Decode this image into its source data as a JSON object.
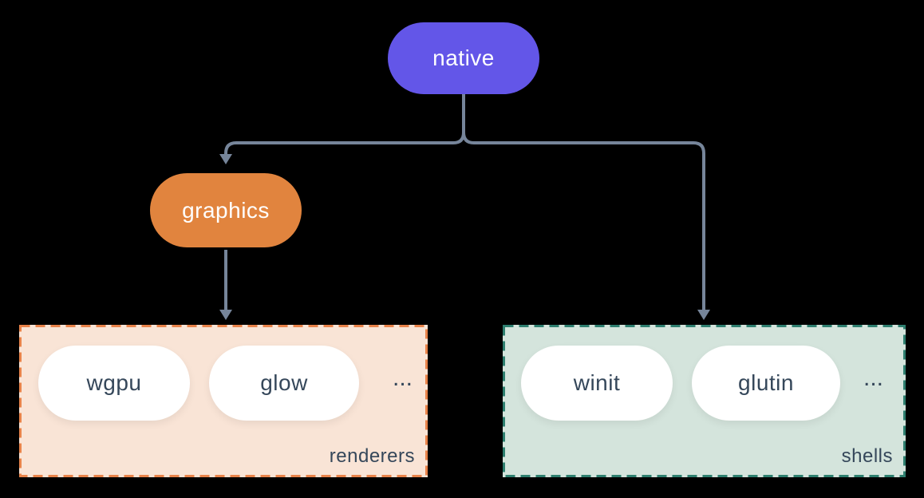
{
  "colors": {
    "background": "#000000",
    "native_fill": "#6356e8",
    "graphics_fill": "#e1843e",
    "renderers_fill": "#f9e4d6",
    "renderers_border": "#e8834a",
    "shells_fill": "#d4e4dc",
    "shells_border": "#2e7f6f",
    "connector": "#76859a",
    "node_text_light": "#ffffff",
    "node_text_dark": "#35475a"
  },
  "nodes": {
    "native": {
      "label": "native"
    },
    "graphics": {
      "label": "graphics"
    }
  },
  "groups": {
    "renderers": {
      "label": "renderers",
      "items": [
        "wgpu",
        "glow"
      ],
      "ellipsis": "..."
    },
    "shells": {
      "label": "shells",
      "items": [
        "winit",
        "glutin"
      ],
      "ellipsis": "..."
    }
  }
}
